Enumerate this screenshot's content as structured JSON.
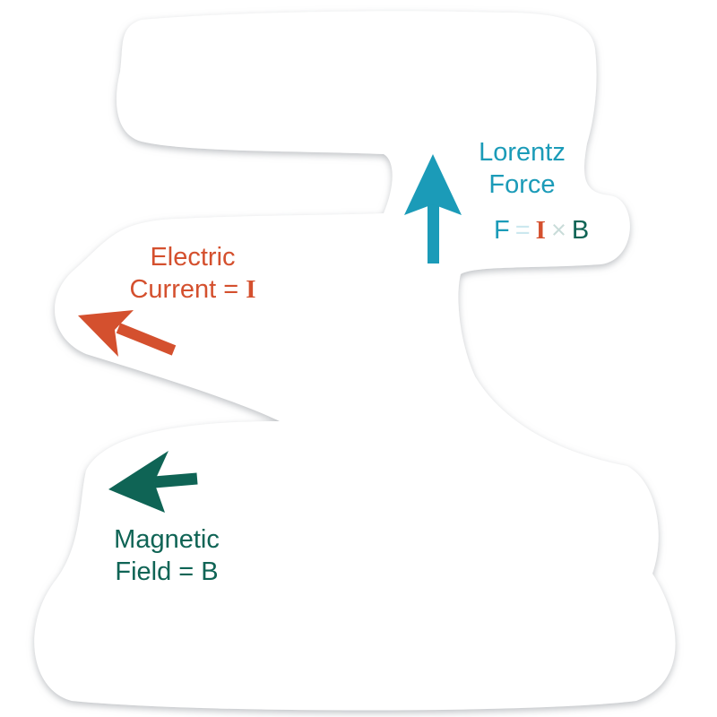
{
  "colors": {
    "lorentz": "#1b9bb8",
    "electric": "#d4502e",
    "magnetic": "#0f6455",
    "sticker_fill": "#ffffff",
    "sticker_shadow": "#9aa0a6"
  },
  "lorentz": {
    "line1": "Lorentz",
    "line2": "Force",
    "icon": "up-arrow-icon"
  },
  "formula": {
    "f": "F",
    "eq": "=",
    "i": "I",
    "times": "×",
    "b": "B"
  },
  "electric": {
    "line1": "Electric",
    "line2_prefix": "Current = ",
    "line2_symbol": "I",
    "icon": "up-left-arrow-icon"
  },
  "magnetic": {
    "line1": "Magnetic",
    "line2": "Field = B",
    "icon": "left-arrow-icon"
  }
}
